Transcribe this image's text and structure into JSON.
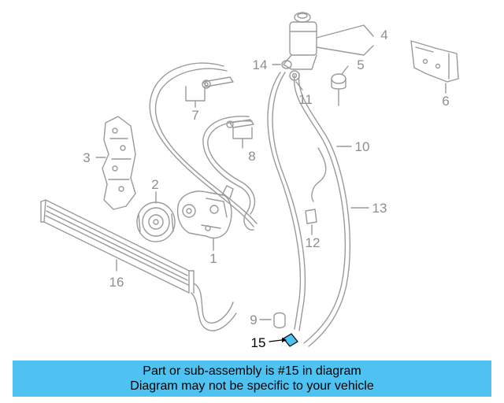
{
  "diagram": {
    "callouts": [
      {
        "id": "1",
        "label": "1"
      },
      {
        "id": "2",
        "label": "2"
      },
      {
        "id": "3",
        "label": "3"
      },
      {
        "id": "4",
        "label": "4"
      },
      {
        "id": "5",
        "label": "5"
      },
      {
        "id": "6",
        "label": "6"
      },
      {
        "id": "7",
        "label": "7"
      },
      {
        "id": "8",
        "label": "8"
      },
      {
        "id": "9",
        "label": "9"
      },
      {
        "id": "10",
        "label": "10"
      },
      {
        "id": "11",
        "label": "11"
      },
      {
        "id": "12",
        "label": "12"
      },
      {
        "id": "13",
        "label": "13"
      },
      {
        "id": "14",
        "label": "14"
      },
      {
        "id": "15",
        "label": "15"
      },
      {
        "id": "16",
        "label": "16"
      }
    ],
    "highlighted_part": "15",
    "colors": {
      "line_art": "#9a9a9a",
      "highlight_fill": "#4ec2f0",
      "banner": "#4ec2f0"
    }
  },
  "banner": {
    "line1": "Part or sub-assembly is #15 in diagram",
    "line2": "Diagram may not be specific to your vehicle"
  }
}
